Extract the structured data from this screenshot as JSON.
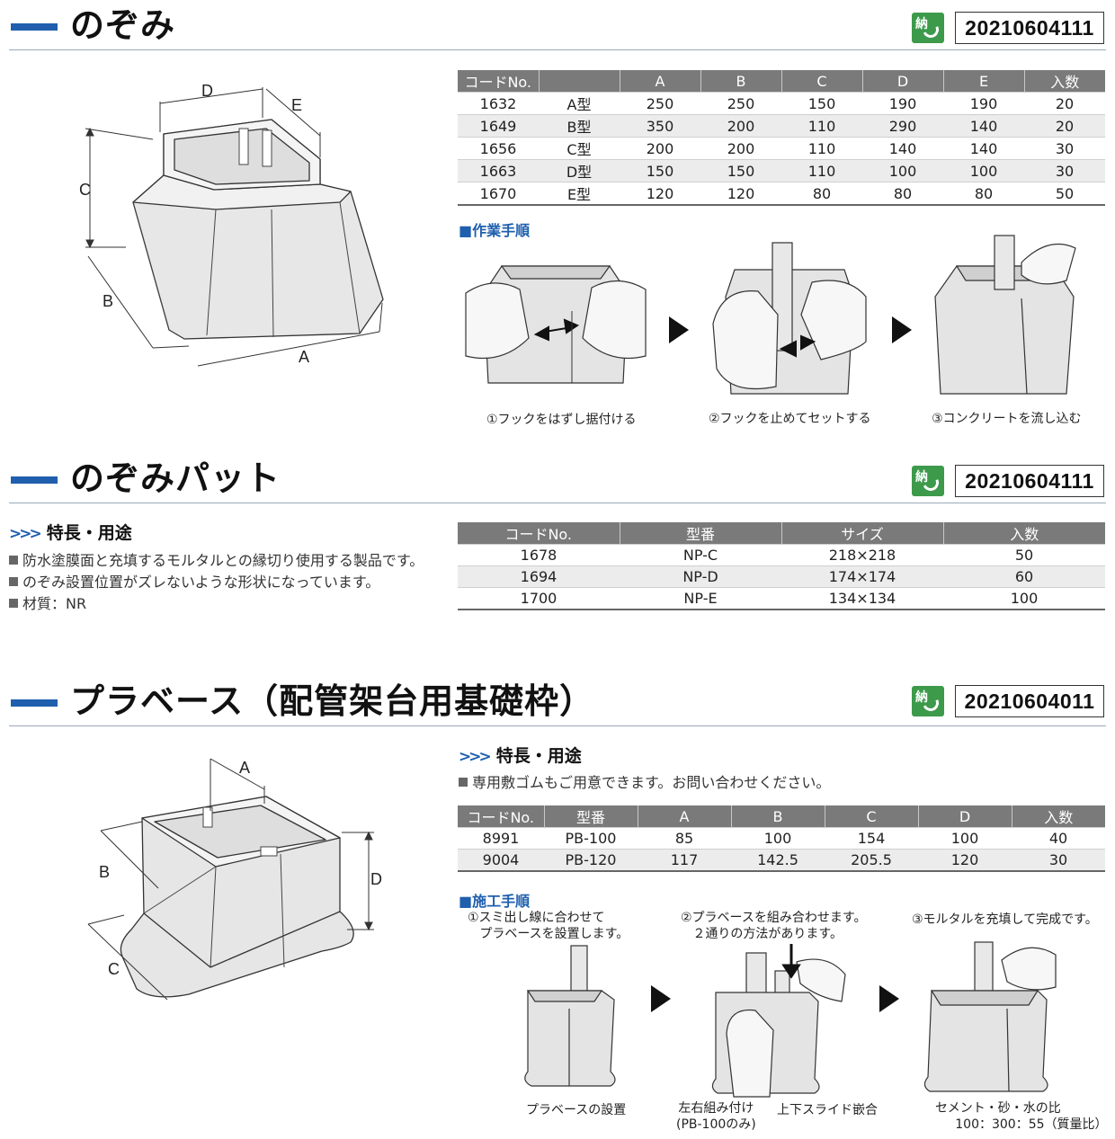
{
  "s1": {
    "title": "のぞみ",
    "badge": "納",
    "code": "20210604111",
    "dims": {
      "A": "A",
      "B": "B",
      "C": "C",
      "D": "D",
      "E": "E"
    },
    "table": {
      "headers": [
        "コードNo.",
        "",
        "A",
        "B",
        "C",
        "D",
        "E",
        "入数"
      ],
      "rows": [
        [
          "1632",
          "A型",
          "250",
          "250",
          "150",
          "190",
          "190",
          "20"
        ],
        [
          "1649",
          "B型",
          "350",
          "200",
          "110",
          "290",
          "140",
          "20"
        ],
        [
          "1656",
          "C型",
          "200",
          "200",
          "110",
          "140",
          "140",
          "30"
        ],
        [
          "1663",
          "D型",
          "150",
          "150",
          "110",
          "100",
          "100",
          "30"
        ],
        [
          "1670",
          "E型",
          "120",
          "120",
          "80",
          "80",
          "80",
          "50"
        ]
      ]
    },
    "procedure_title": "■作業手順",
    "steps": [
      "①フックをはずし据付ける",
      "②フックを止めてセットする",
      "③コンクリートを流し込む"
    ]
  },
  "s2": {
    "title": "のぞみパット",
    "badge": "納",
    "code": "20210604111",
    "features_title": "特長・用途",
    "features": [
      "防水塗膜面と充填するモルタルとの縁切り使用する製品です。",
      "のぞみ設置位置がズレないような形状になっています。",
      "材質：NR"
    ],
    "table": {
      "headers": [
        "コードNo.",
        "型番",
        "サイズ",
        "入数"
      ],
      "rows": [
        [
          "1678",
          "NP-C",
          "218×218",
          "50"
        ],
        [
          "1694",
          "NP-D",
          "174×174",
          "60"
        ],
        [
          "1700",
          "NP-E",
          "134×134",
          "100"
        ]
      ]
    }
  },
  "s3": {
    "title": "プラベース（配管架台用基礎枠）",
    "badge": "納",
    "code": "20210604011",
    "dims": {
      "A": "A",
      "B": "B",
      "C": "C",
      "D": "D"
    },
    "features_title": "特長・用途",
    "features": [
      "専用敷ゴムもご用意できます。お問い合わせください。"
    ],
    "table": {
      "headers": [
        "コードNo.",
        "型番",
        "A",
        "B",
        "C",
        "D",
        "入数"
      ],
      "rows": [
        [
          "8991",
          "PB-100",
          "85",
          "100",
          "154",
          "100",
          "40"
        ],
        [
          "9004",
          "PB-120",
          "117",
          "142.5",
          "205.5",
          "120",
          "30"
        ]
      ]
    },
    "procedure_title": "■施工手順",
    "steps_top": [
      [
        "①スミ出し線に合わせて",
        "プラベースを設置します。"
      ],
      [
        "②プラベースを組み合わせます。",
        "２通りの方法があります。"
      ],
      [
        "③モルタルを充填して完成です。"
      ]
    ],
    "captions": {
      "c1": "プラベースの設置",
      "c2a": [
        "左右組み付け",
        "(PB-100のみ)"
      ],
      "c2b": "上下スライド嵌合",
      "c3": [
        "セメント・砂・水の比",
        "100：300：55（質量比）"
      ]
    }
  }
}
